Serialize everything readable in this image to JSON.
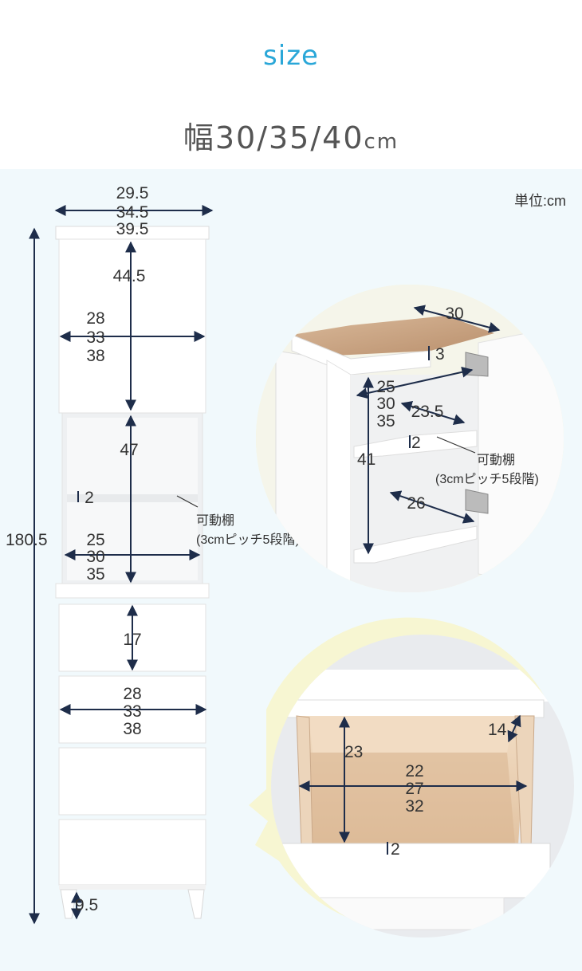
{
  "header": {
    "brand": "size",
    "title_main": "幅30/35/40",
    "title_unit": "cm"
  },
  "unit_label": "単位:cm",
  "cabinet": {
    "top_width": [
      "29.5",
      "34.5",
      "39.5"
    ],
    "total_height": "180.5",
    "door_height": "44.5",
    "inner_width_upper": [
      "28",
      "33",
      "38"
    ],
    "open_height": "47",
    "shelf_thickness": "2",
    "shelf_label": "可動棚",
    "shelf_note": "(3cmピッチ5段階)",
    "open_width": [
      "25",
      "30",
      "35"
    ],
    "drawer_height": "17",
    "drawer_width": [
      "28",
      "33",
      "38"
    ],
    "leg_height": "9.5"
  },
  "detail_cabinet": {
    "depth": "30",
    "top_thickness": "3",
    "inner_width": [
      "25",
      "30",
      "35"
    ],
    "inner_depth": "23.5",
    "shelf_thickness": "2",
    "inner_height": "41",
    "shelf_label": "可動棚",
    "shelf_note": "(3cmピッチ5段階)",
    "shelf_depth": "26"
  },
  "detail_drawer": {
    "side_height": "14",
    "inner_height": "23",
    "inner_width": [
      "22",
      "27",
      "32"
    ],
    "front_thickness": "2"
  }
}
